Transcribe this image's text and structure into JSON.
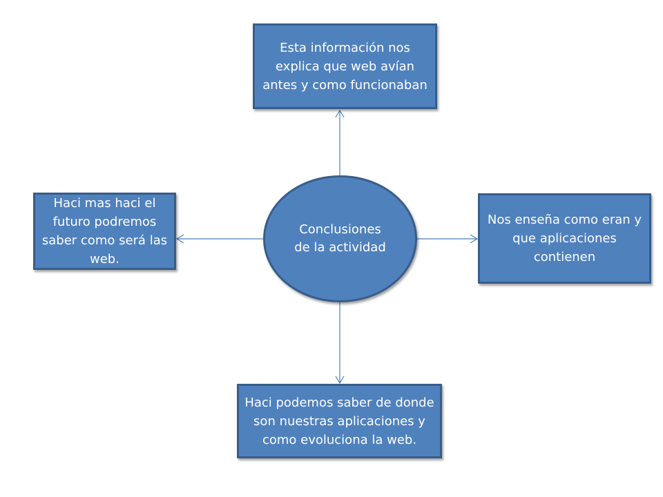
{
  "diagram": {
    "center": {
      "text": "Conclusiones de la actividad"
    },
    "nodes": {
      "top": "Esta información nos explica que web avían antes y como funcionaban",
      "right": "Nos enseña como eran y que aplicaciones contienen",
      "bottom": "Haci podemos saber de donde son nuestras aplicaciones y como evoluciona la web.",
      "left": "Haci mas haci el futuro podremos saber como será las web."
    },
    "colors": {
      "node_fill": "#4f81bd",
      "node_border": "#385d8a",
      "connector": "#4a7ebb",
      "text": "#ffffff"
    }
  }
}
